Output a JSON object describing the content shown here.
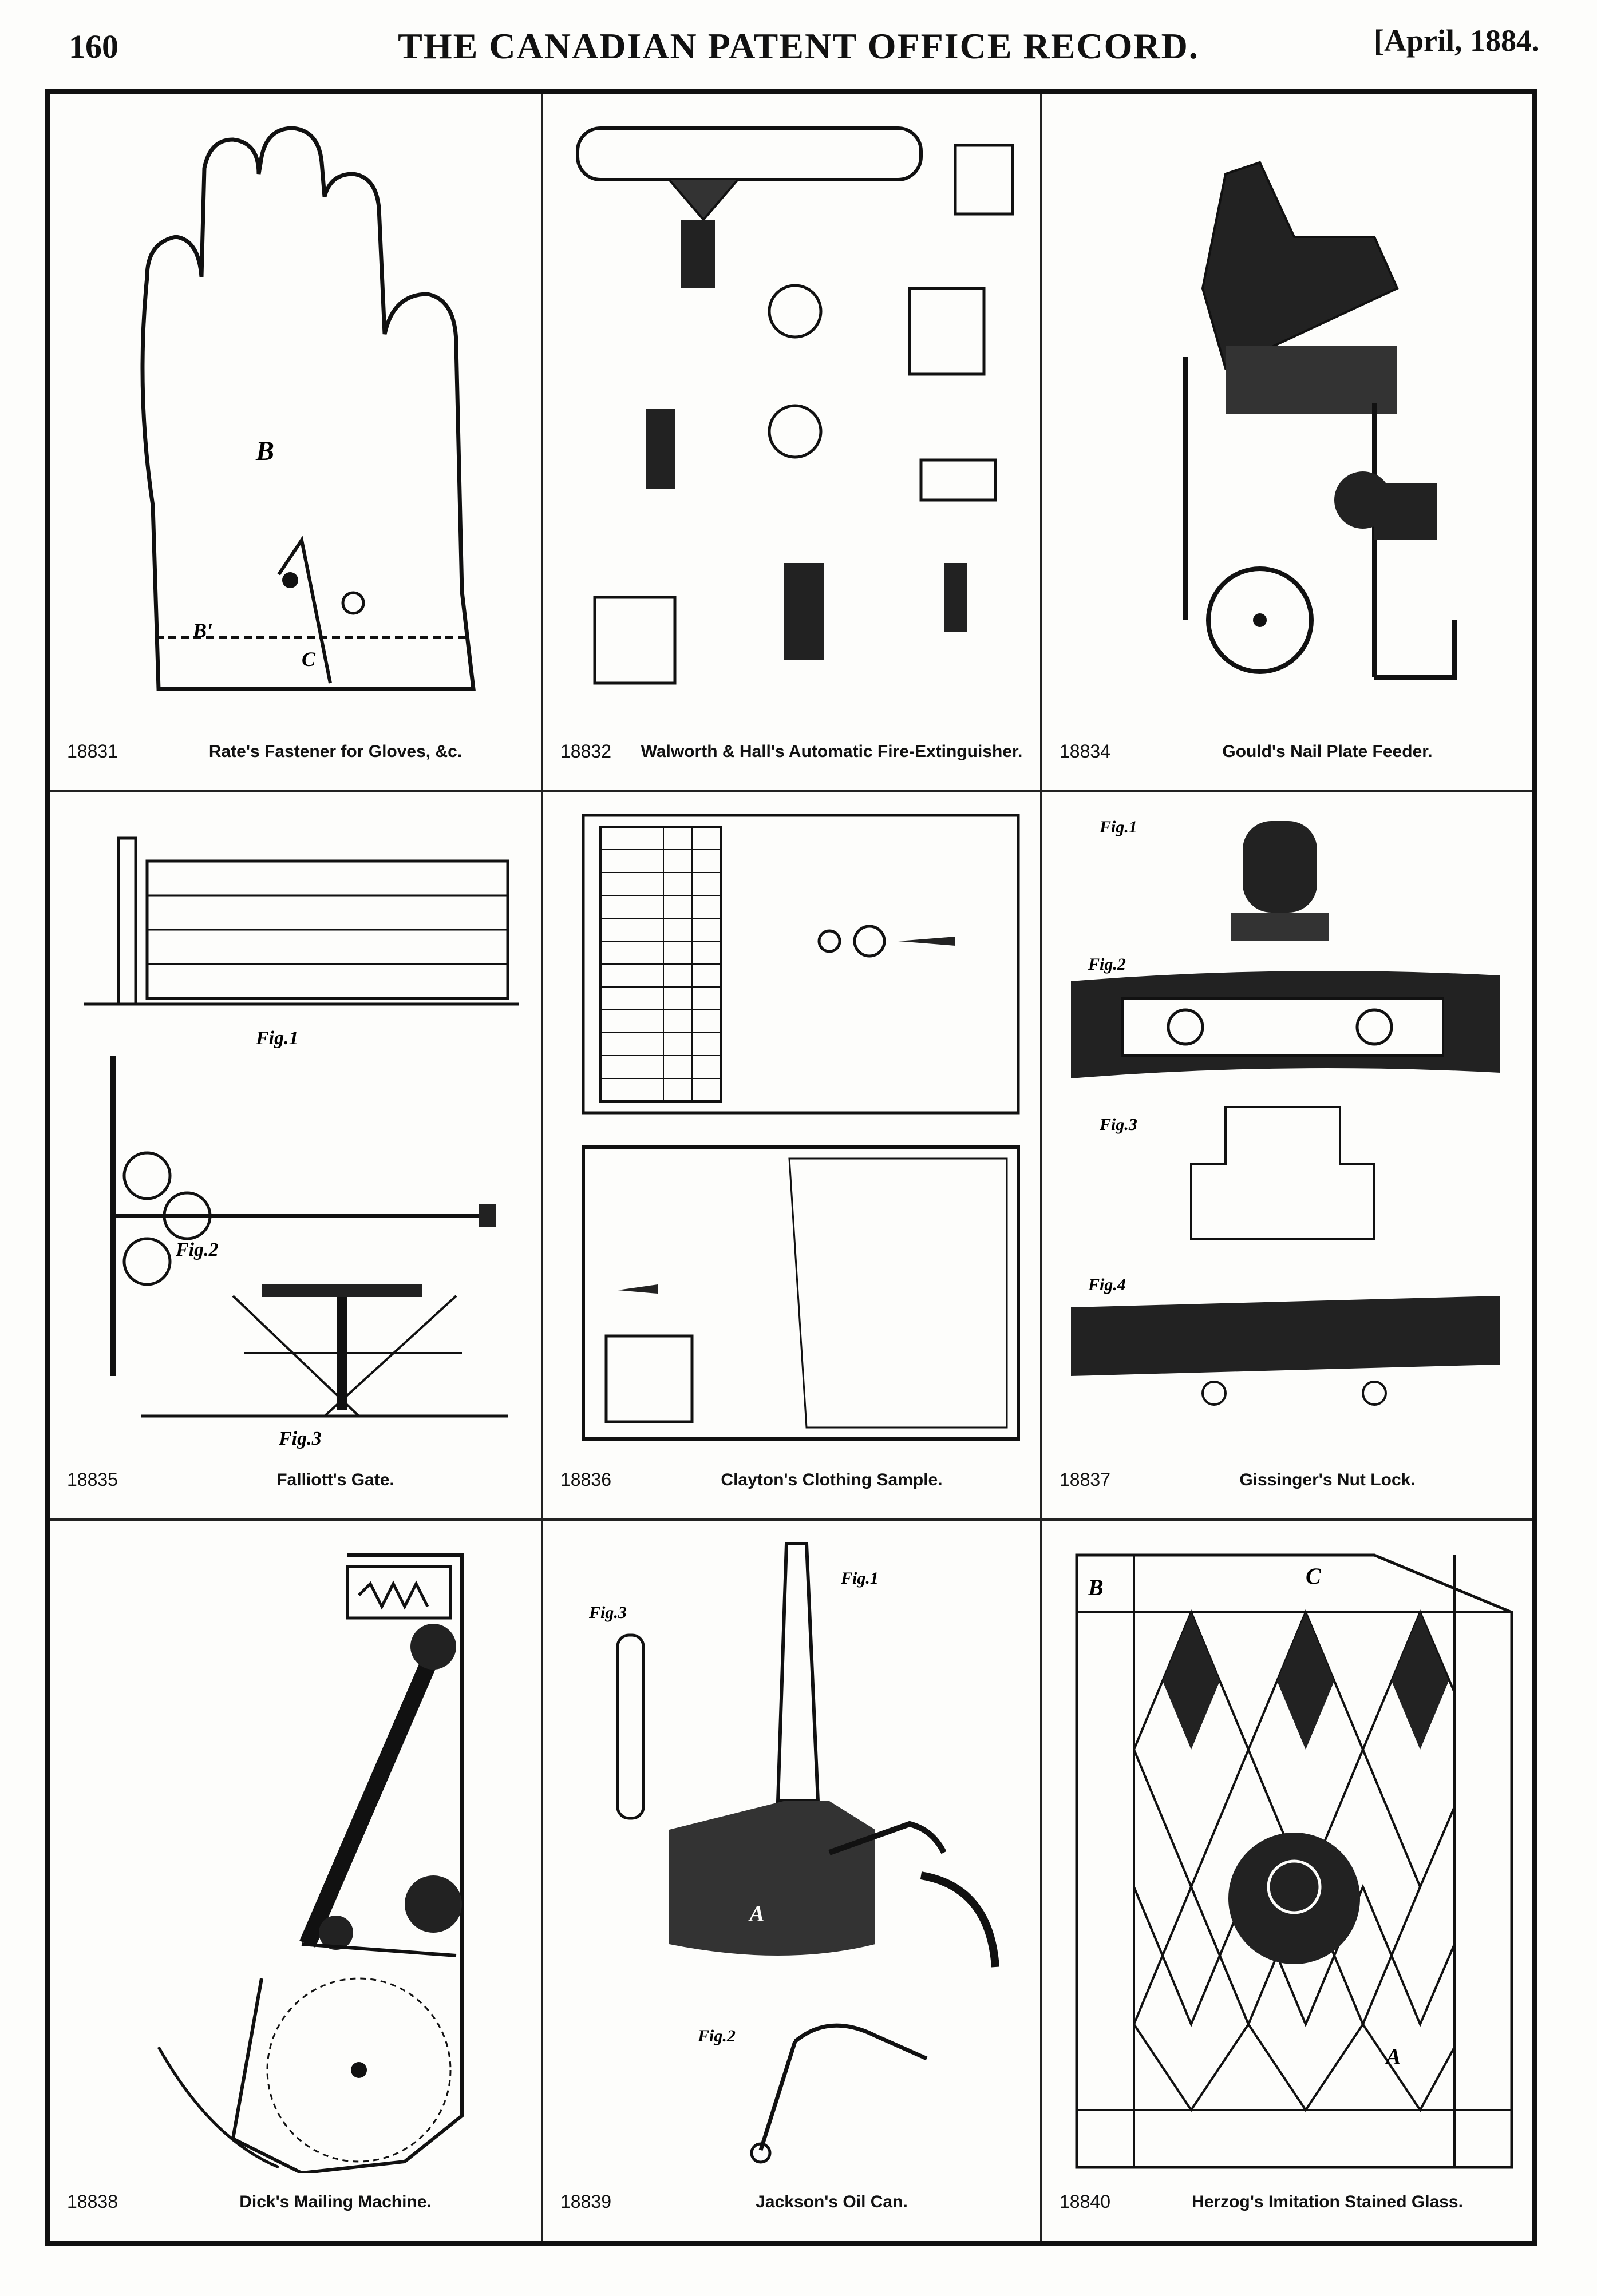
{
  "header": {
    "page_number": "160",
    "journal_title": "THE CANADIAN PATENT OFFICE RECORD.",
    "issue_date": "[April, 1884."
  },
  "patents": [
    {
      "number": "18831",
      "title": "Rate's Fastener for Gloves, &c."
    },
    {
      "number": "18832",
      "title": "Walworth & Hall's Automatic Fire-Extinguisher."
    },
    {
      "number": "18834",
      "title": "Gould's Nail Plate Feeder."
    },
    {
      "number": "18835",
      "title": "Falliott's Gate."
    },
    {
      "number": "18836",
      "title": "Clayton's Clothing Sample."
    },
    {
      "number": "18837",
      "title": "Gissinger's Nut Lock."
    },
    {
      "number": "18838",
      "title": "Dick's Mailing Machine."
    },
    {
      "number": "18839",
      "title": "Jackson's Oil Can."
    },
    {
      "number": "18840",
      "title": "Herzog's Imitation Stained Glass."
    }
  ],
  "figure_labels": {
    "fig1": "Fig.1",
    "fig2": "Fig.2",
    "fig3": "Fig.3",
    "fig4": "Fig.4",
    "B": "B",
    "C": "C",
    "A": "A"
  }
}
